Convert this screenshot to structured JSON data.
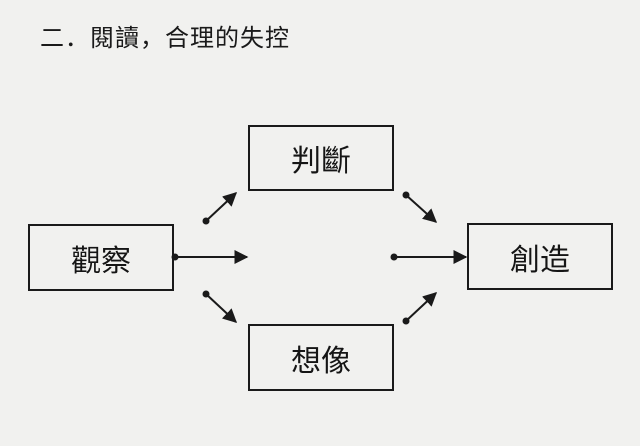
{
  "heading": "二．閱讀，合理的失控",
  "nodes": {
    "observe": "觀察",
    "judge": "判斷",
    "imagine": "想像",
    "create": "創造"
  },
  "colors": {
    "background": "#f1f1ef",
    "ink": "#1a1a1a"
  }
}
